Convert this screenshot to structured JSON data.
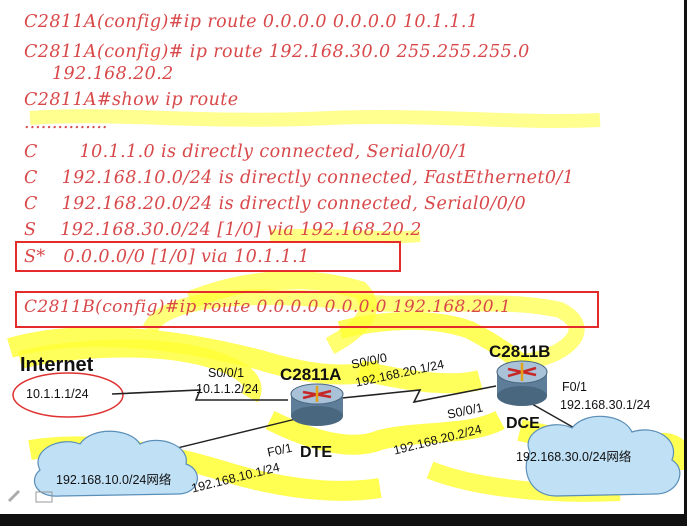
{
  "slide": {
    "lines": {
      "l1": "C2811A(config)#ip route 0.0.0.0 0.0.0.0 10.1.1.1",
      "l2": "C2811A(config)# ip route 192.168.30.0 255.255.255.0",
      "l3": "192.168.20.2",
      "l4": "C2811A#show ip route",
      "l5": "...............",
      "l6": "C       10.1.1.0 is directly connected, Serial0/0/1",
      "l7": "C    192.168.10.0/24 is directly connected, FastEthernet0/1",
      "l8": "C    192.168.20.0/24 is directly connected, Serial0/0/0",
      "l9": "S    192.168.30.0/24 [1/0] via 192.168.20.2",
      "l10": "S*   0.0.0.0/0 [1/0] via 10.1.1.1",
      "l11": "C2811B(config)#ip route 0.0.0.0 0.0.0.0 192.168.20.1"
    },
    "diagram": {
      "internet": "Internet",
      "internet_ip": "10.1.1.1/24",
      "router_a": "C2811A",
      "router_b": "C2811B",
      "a_s001": "S0/0/1",
      "a_s001_ip": "10.1.1.2/24",
      "a_s000": "S0/0/0",
      "a_s000_ip": "192.168.20.1/24",
      "b_s001": "S0/0/1",
      "b_s001_ip": "192.168.20.2/24",
      "dte": "DTE",
      "dce": "DCE",
      "a_f01": "F0/1",
      "a_f01_ip": "192.168.10.1/24",
      "b_f01": "F0/1",
      "b_f01_ip": "192.168.30.1/24",
      "lan_a": "192.168.10.0/24网络",
      "lan_b": "192.168.30.0/24网络"
    }
  },
  "colors": {
    "command_text": "#d8484a",
    "highlight_box": "#e32b2b",
    "marker": "#ffff00"
  }
}
